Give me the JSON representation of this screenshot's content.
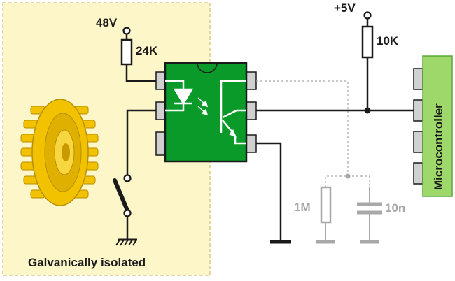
{
  "labels": {
    "supply_48v": "48V",
    "resistor_24k": "24K",
    "supply_5v": "+5V",
    "resistor_10k": "10K",
    "resistor_1m": "1M",
    "capacitor_10n": "10n",
    "microcontroller": "Microcontroller",
    "isolated_zone": "Galvanically isolated"
  },
  "colors": {
    "isolated_zone_fill": "#fdf6c8",
    "isolated_zone_border": "#d8cc8a",
    "optocoupler_body": "#0a9a2a",
    "microcontroller_fill": "#9fd86a",
    "pin_fill": "#d0d0d0",
    "gear_fill": "#f2c200",
    "wire": "#1a1a1a",
    "inactive_wire": "#a8a8a8"
  }
}
